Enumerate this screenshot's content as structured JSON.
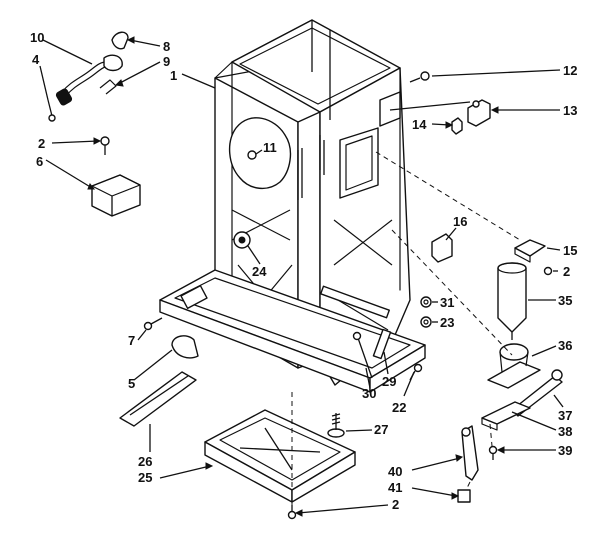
{
  "diagram": {
    "labels": {
      "p1": "1",
      "p2a": "2",
      "p2b": "2",
      "p2c": "2",
      "p4": "4",
      "p5": "5",
      "p6": "6",
      "p7": "7",
      "p8": "8",
      "p9": "9",
      "p10": "10",
      "p11": "11",
      "p12": "12",
      "p13": "13",
      "p14": "14",
      "p15": "15",
      "p16": "16",
      "p22": "22",
      "p23": "23",
      "p24": "24",
      "p25": "25",
      "p26": "26",
      "p27": "27",
      "p29": "29",
      "p30": "30",
      "p31": "31",
      "p35": "35",
      "p36": "36",
      "p37": "37",
      "p38": "38",
      "p39": "39",
      "p40": "40",
      "p41": "41"
    }
  }
}
